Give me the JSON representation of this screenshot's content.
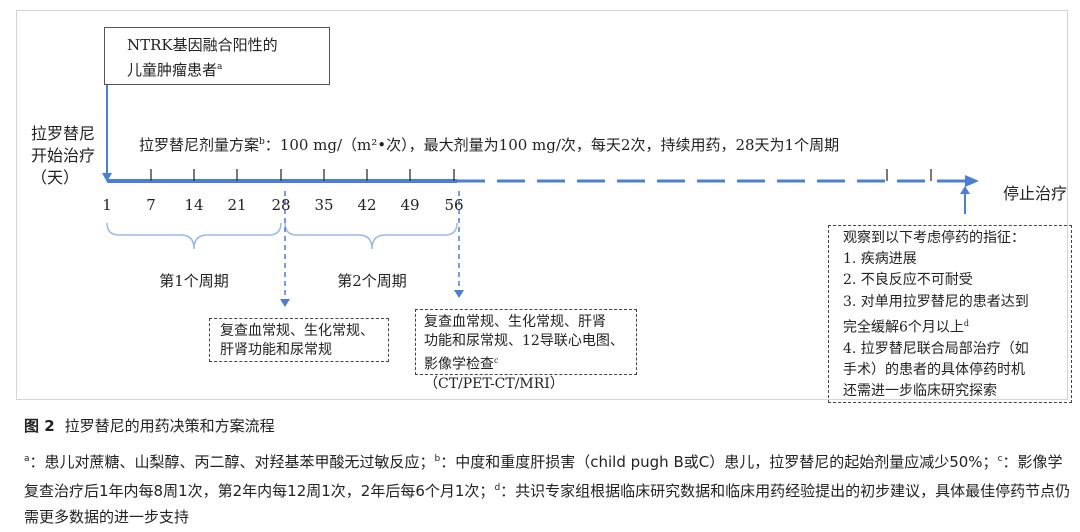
{
  "patient_box": {
    "line1": "NTRK基因融合阳性的",
    "line2": "儿童肿瘤患者",
    "sup": "a"
  },
  "start_label": [
    "拉罗替尼",
    "开始治疗",
    "（天）"
  ],
  "dose_text": {
    "prefix": "拉罗替尼剂量方案",
    "sup": "b",
    "main": "：100 mg/（m²•次），最大剂量为100 mg/次，每天2次，持续用药，28天为1个周期"
  },
  "stop_label": "停止治疗",
  "ticks": [
    "1",
    "7",
    "14",
    "21",
    "28",
    "35",
    "42",
    "49",
    "56"
  ],
  "cycles": [
    "第1个周期",
    "第2个周期"
  ],
  "box1": [
    "复查血常规、生化常规、",
    "肝肾功能和尿常规"
  ],
  "box2": {
    "line1": "复查血常规、生化常规、肝肾",
    "line2": "功能和尿常规、12导联心电图、",
    "line3_prefix": "影像学检查",
    "line3_sup": "c",
    "line3_suffix": "（CT/PET-CT/MRI）"
  },
  "box3": {
    "title": "观察到以下考虑停药的指征：",
    "items": [
      "1. 疾病进展",
      "2. 不良反应不可耐受",
      "3. 对单用拉罗替尼的患者达到",
      "完全缓解6个月以上",
      "4. 拉罗替尼联合局部治疗（如",
      "手术）的患者的具体停药时机",
      "还需进一步临床研究探索"
    ],
    "item3_sup": "d"
  },
  "caption": {
    "label": "图 2",
    "text": "拉罗替尼的用药决策和方案流程"
  },
  "notes": {
    "a_sup": "a",
    "a_text": "：患儿对蔗糖、山梨醇、丙二醇、对羟基苯甲酸无过敏反应；",
    "b_sup": "b",
    "b_text": "：中度和重度肝损害（child pugh B或C）患儿，拉罗替尼的起始剂量应减少50%；",
    "c_sup": "c",
    "c_text": "：影像学复查治疗后1年内每8周1次，第2年内每12周1次，2年后每6个月1次；",
    "d_sup": "d",
    "d_text": "：共识专家组根据临床研究数据和临床用药经验提出的初步建议，具体最佳停药节点仍需更多数据的进一步支持"
  },
  "colors": {
    "timeline": "#4a7fd4",
    "bracket": "#9bb8e8",
    "box_border": "#444444"
  }
}
